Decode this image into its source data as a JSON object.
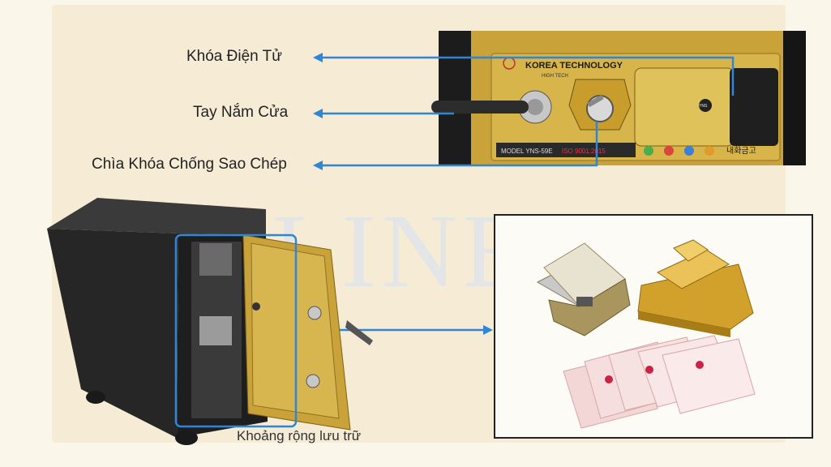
{
  "watermark": "ELINE",
  "callouts": {
    "electronic_lock": "Khóa Điện Tử",
    "door_handle": "Tay Nắm Cửa",
    "anti_copy_key": "Chìa Khóa Chống Sao Chép"
  },
  "lock_panel": {
    "brand": "KOREA TECHNOLOGY",
    "subtitle": "HIGH TECH",
    "model": "MODEL YNS-59E",
    "iso": "ISO 9001:2015",
    "badge": "YNS",
    "korean": "내화금고"
  },
  "caption": "Khoảng rộng lưu trữ",
  "colors": {
    "arrow": "#2f86d6",
    "gold": "#c9a23a",
    "safe_body": "#2b2b2b"
  }
}
